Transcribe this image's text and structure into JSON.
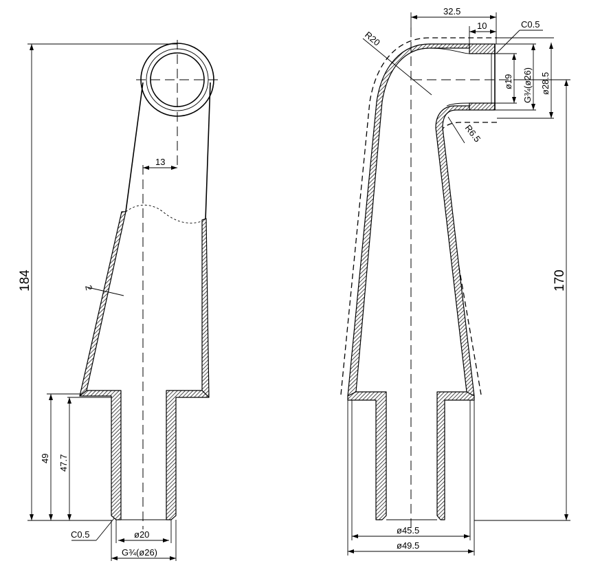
{
  "labels": {
    "left_height_total": "184",
    "left_height_shank": "49",
    "left_height_inner": "47.7",
    "left_offset": "13",
    "left_wall": "2",
    "left_chamfer": "C0.5",
    "left_inner_diameter": "ø20",
    "left_thread": "G¾(ø26)",
    "right_width_top": "32.5",
    "right_width_outlet": "10",
    "right_chamfer": "C0.5",
    "right_outlet_inner": "ø19",
    "right_outlet_thread": "G¾(ø26)",
    "right_outlet_outer": "ø28.5",
    "right_height": "170",
    "right_radius_bend": "R20",
    "right_radius_inner": "R6.5",
    "right_base_inner": "ø45.5",
    "right_base_outer": "ø49.5"
  }
}
